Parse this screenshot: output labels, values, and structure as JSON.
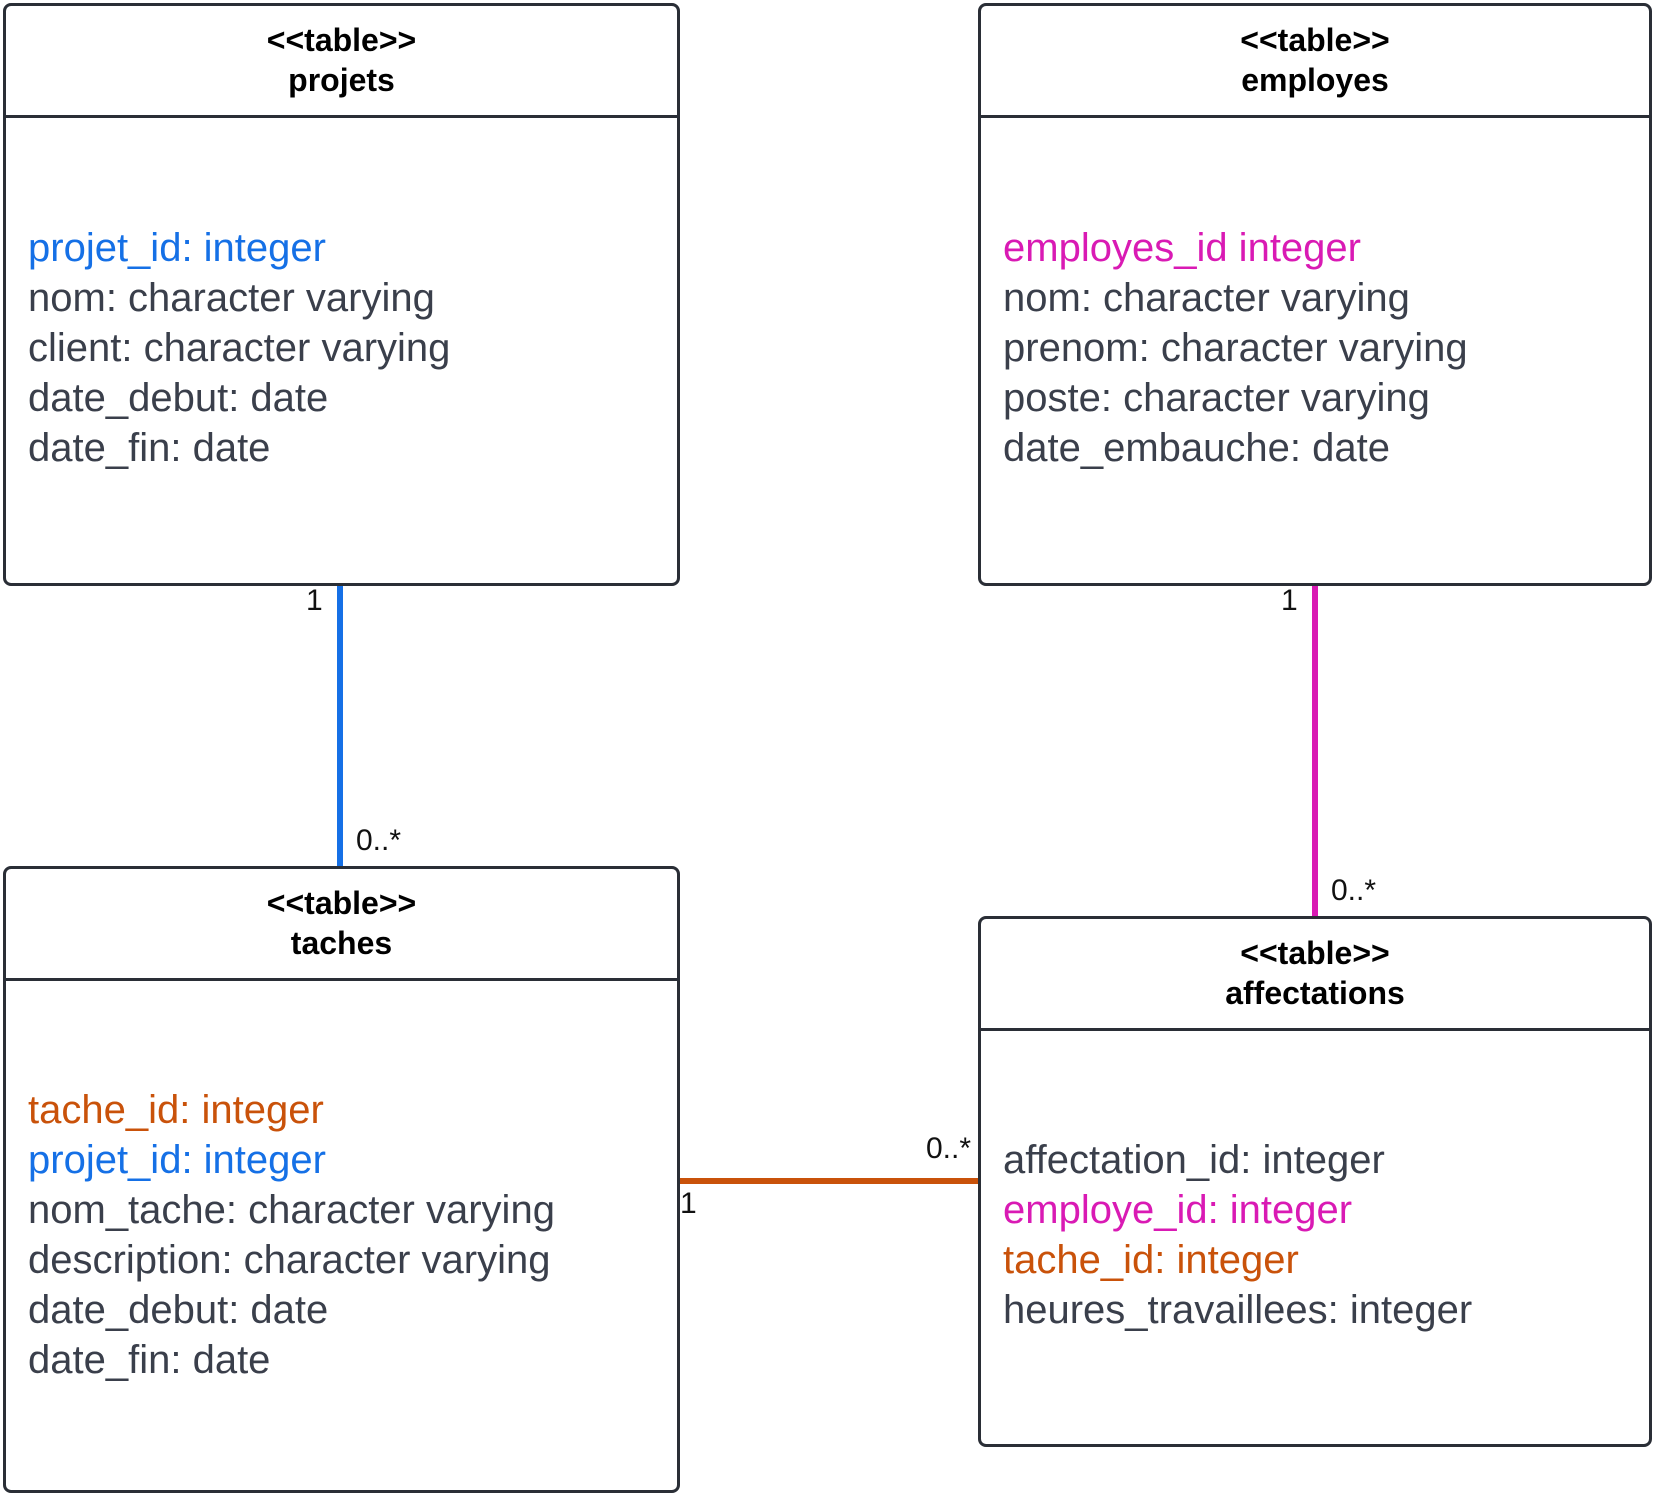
{
  "colors": {
    "border": "#2a2e36",
    "text": "#3a3f4b",
    "blue": "#1570e6",
    "magenta": "#d91ab4",
    "orange": "#c9520a"
  },
  "tables": {
    "projets": {
      "stereotype": "<<table>>",
      "name": "projets",
      "fields": [
        {
          "text": "projet_id: integer",
          "color": "blue"
        },
        {
          "text": "nom: character varying",
          "color": "default"
        },
        {
          "text": "client: character varying",
          "color": "default"
        },
        {
          "text": "date_debut: date",
          "color": "default"
        },
        {
          "text": "date_fin: date",
          "color": "default"
        }
      ]
    },
    "employes": {
      "stereotype": "<<table>>",
      "name": "employes",
      "fields": [
        {
          "text": "employes_id integer",
          "color": "magenta"
        },
        {
          "text": "nom: character varying",
          "color": "default"
        },
        {
          "text": "prenom: character varying",
          "color": "default"
        },
        {
          "text": "poste: character varying",
          "color": "default"
        },
        {
          "text": "date_embauche: date",
          "color": "default"
        }
      ]
    },
    "taches": {
      "stereotype": "<<table>>",
      "name": "taches",
      "fields": [
        {
          "text": "tache_id: integer",
          "color": "orange"
        },
        {
          "text": "projet_id: integer",
          "color": "blue"
        },
        {
          "text": "nom_tache: character varying",
          "color": "default"
        },
        {
          "text": "description: character varying",
          "color": "default"
        },
        {
          "text": "date_debut: date",
          "color": "default"
        },
        {
          "text": "date_fin: date",
          "color": "default"
        }
      ]
    },
    "affectations": {
      "stereotype": "<<table>>",
      "name": "affectations",
      "fields": [
        {
          "text": "affectation_id: integer",
          "color": "default"
        },
        {
          "text": "employe_id: integer",
          "color": "magenta"
        },
        {
          "text": "tache_id: integer",
          "color": "orange"
        },
        {
          "text": "heures_travaillees: integer",
          "color": "default"
        }
      ]
    }
  },
  "relations": {
    "projets_taches": {
      "from": "projets",
      "to": "taches",
      "from_mult": "1",
      "to_mult": "0..*",
      "color": "blue"
    },
    "employes_affectations": {
      "from": "employes",
      "to": "affectations",
      "from_mult": "1",
      "to_mult": "0..*",
      "color": "magenta"
    },
    "taches_affectations": {
      "from": "taches",
      "to": "affectations",
      "from_mult": "1",
      "to_mult": "0..*",
      "color": "orange"
    }
  }
}
